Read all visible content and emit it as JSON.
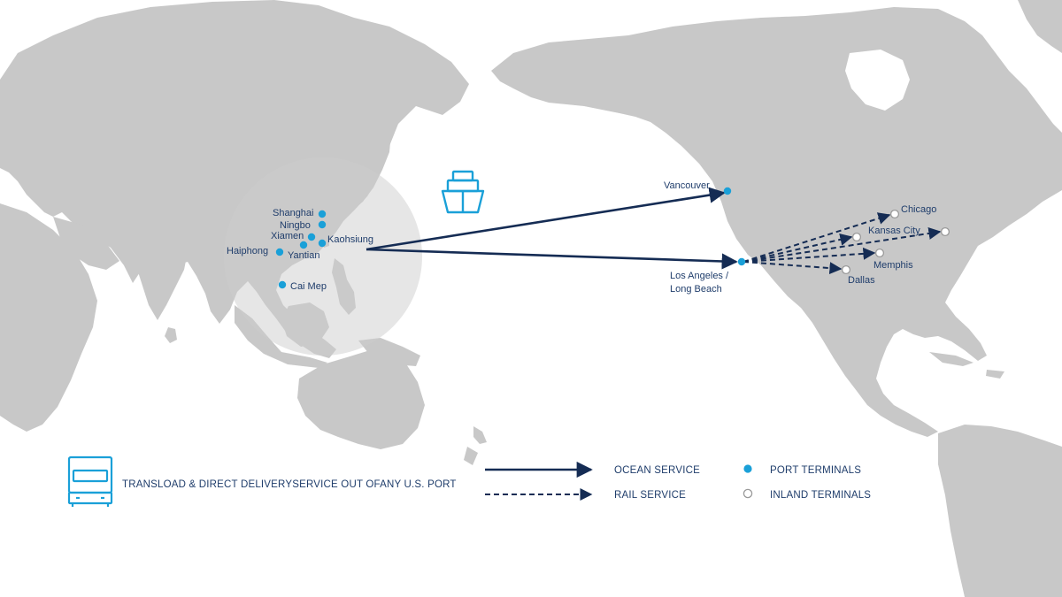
{
  "colors": {
    "land": "#c8c8c8",
    "route": "#152c54",
    "port": "#1aa0d8",
    "inland_fill": "#ffffff",
    "inland_stroke": "#9a9a9a",
    "label": "#1f3d6b",
    "icon": "#1aa0d8"
  },
  "icons": {
    "ship": "ship-icon",
    "truck": "truck-icon"
  },
  "asia_ports": [
    "Shanghai",
    "Ningbo",
    "Xiamen",
    "Yantian",
    "Kaohsiung",
    "Haiphong",
    "Cai Mep"
  ],
  "us_ports": {
    "vancouver": "Vancouver",
    "la_line1": "Los Angeles /",
    "la_line2": "Long Beach"
  },
  "inland": [
    "Chicago",
    "Kansas City",
    "Memphis",
    "Dallas"
  ],
  "legend": {
    "transload": "TRANSLOAD & DIRECT DELIVERYSERVICE OUT OFANY U.S. PORT",
    "ocean": "OCEAN SERVICE",
    "rail": "RAIL SERVICE",
    "port_terminals": "PORT TERMINALS",
    "inland_terminals": "INLAND TERMINALS"
  }
}
